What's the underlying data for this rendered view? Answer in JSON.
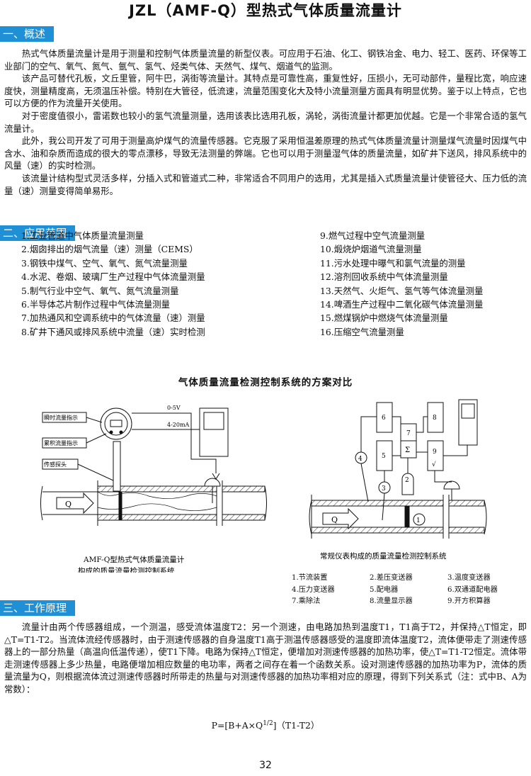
{
  "title": "JZL（AMF-Q）型热式气体质量流量计",
  "sections": {
    "overview": "一、概述",
    "application": "二、应用范围",
    "principle": "三、工作原理"
  },
  "overview_paragraphs": [
    "热式气体质量流量计是用于测量和控制气体质量流量的新型仪表。可应用于石油、化工、钢铁冶金、电力、轻工、医药、环保等工业部门的空气、氧气、氮气、氩气、氢气、烃类气体、天然气、煤气、烟道气的监测。",
    "该产品可替代孔板，文丘里管，阿牛巴，涡街等流量计。其特点是可靠性高，重复性好，压损小，无可动部件，量程比宽，响应速度快，测量精度高，无须温压补偿。特别在大管径，低流速，流量范围变化大及特小流量测量方面具有明显优势。鉴于以上特点，它也可以方便的作为流量开关使用。",
    "对于密度值很小，雷诺数也较小的氢气流量测量，选用该表比选用孔板，涡轮，涡街流量计都更加优越。它是一个非常合适的氢气流量计。",
    "此外，我公司开发了可用于测量高炉煤气的流量传感器。它克服了采用恒温差原理的热式气体质量流量计测量煤气流量时因煤气中含水、油和杂质而造成的很大的零点漂移，导致无法测量的弊端。它也可以用于测量湿气体的质量流量，如矿井下送风，排风系统中的风量（速）的实时检测。",
    "该流量计结构型式灵活多样，分插入式和管道式二种，非常适合不同用户的选用，尤其是插入式质量流量计使管径大、压力低的流量（速）测量变得简单易形。"
  ],
  "applications_left": [
    "1.工业管道中气体质量流量测量",
    "2.烟囱排出的烟气流量（速）测量（CEMS）",
    "3.钢铁中煤气、空气、氧气、氮气流量测量",
    "4.水泥、卷烟、玻璃厂生产过程中气体流量测量",
    "5.制气行业中空气、氧气、氮气流量测量",
    "6.半导体芯片制作过程中气体流量测量",
    "7.加热通风和空调系统中的气体流量（速）测量",
    "8.矿井下通风或排风系统中流量（速）实时检测"
  ],
  "applications_right": [
    "9.燃气过程中空气流量测量",
    "10.煅烧炉烟道气流量测量",
    "11.污水处理中曝气和氯气流量的测量",
    "12.溶剂回收系统中气体流量测量",
    "13.天然气、火炬气、氢气等气体流量测量",
    "14.啤酒生产过程中二氧化碳气体流量测量",
    "15.燃煤锅炉中燃烧气体流量测量",
    "16.压缩空气流量测量"
  ],
  "comparison_title": "气体质量流量检测控制系统的方案对比",
  "left_diagram": {
    "labels": [
      "瞬时流量指示",
      "累积流量指示",
      "传感探头"
    ],
    "signals": [
      "0-5V",
      "4-20mA"
    ],
    "flow": "Q",
    "caption_line1": "AMF-Q型热式气体质量流量计",
    "caption_line2": "构成的质量流量检测控制系统"
  },
  "right_diagram": {
    "caption": "常规仪表构成的质量流量检测控制系统",
    "flow": "Q",
    "box_numbers": [
      "6",
      "7",
      "8",
      "5",
      "Σ",
      "9",
      "√"
    ],
    "circle_numbers": [
      "4",
      "3",
      "2",
      "1"
    ],
    "legend": [
      [
        "1.节流装置",
        "2.差压变送器",
        "3.温度变送器"
      ],
      [
        "4.压力变送器",
        "5.配电器",
        "6.双通道配电器"
      ],
      [
        "7.乘除法",
        "8.流量显示器",
        "9.开方积算器"
      ]
    ]
  },
  "principle_paragraph": "流量计由两个传感器组成，一个测温，感受流体温度T2：另一个测速，由电路加热到温度T1，T1高于T2，并保持△T恒定，即△T=T1-T2。当流体流经传感器时，由于测速传感器的自身温度T1高于测温传感器感受的温度即流体温度T2，流体便带走了测速传感器上的一部分热量（高温向低温传递），使T1下降。电路为保持△T恒定，便增加对测速传感器的加热功率，使△T=T1-T2恒定。流体带走测速传感器上多少热量，电路便增加相应数量的电功率，两者之间存在着一个函数关系。设对测速传感器的加热功率为P，流体的质量流量为Q，则根据流体流过测速传感器时所带走的热量与对测速传感器的加热功率相对应的原理，得到下列关系式（注：式中B、A为常数）：",
  "formula": {
    "left": "P=[B+A×Q",
    "exp": "1/2",
    "right": "]（T1-T2）"
  },
  "page_number": "32",
  "colors": {
    "section_bar": "#1f8fd6",
    "section_text": "#ffffff"
  }
}
